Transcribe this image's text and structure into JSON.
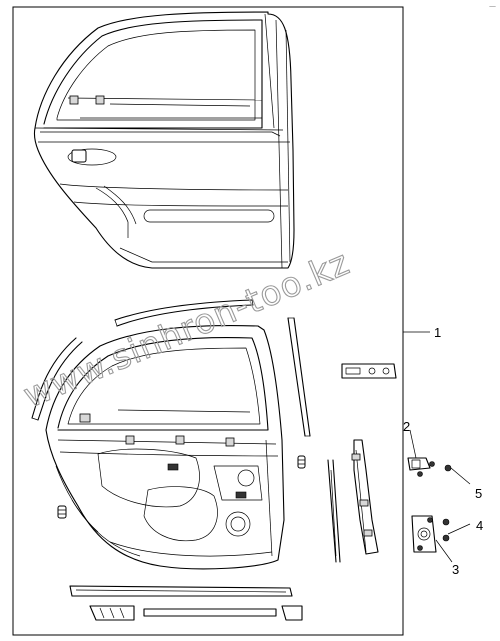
{
  "corner_mark": "—",
  "watermark": "www.sinhron-too.kz",
  "callouts": [
    {
      "id": "1",
      "label": "1"
    },
    {
      "id": "2",
      "label": "2"
    },
    {
      "id": "3",
      "label": "3"
    },
    {
      "id": "4",
      "label": "4"
    },
    {
      "id": "5",
      "label": "5"
    }
  ]
}
